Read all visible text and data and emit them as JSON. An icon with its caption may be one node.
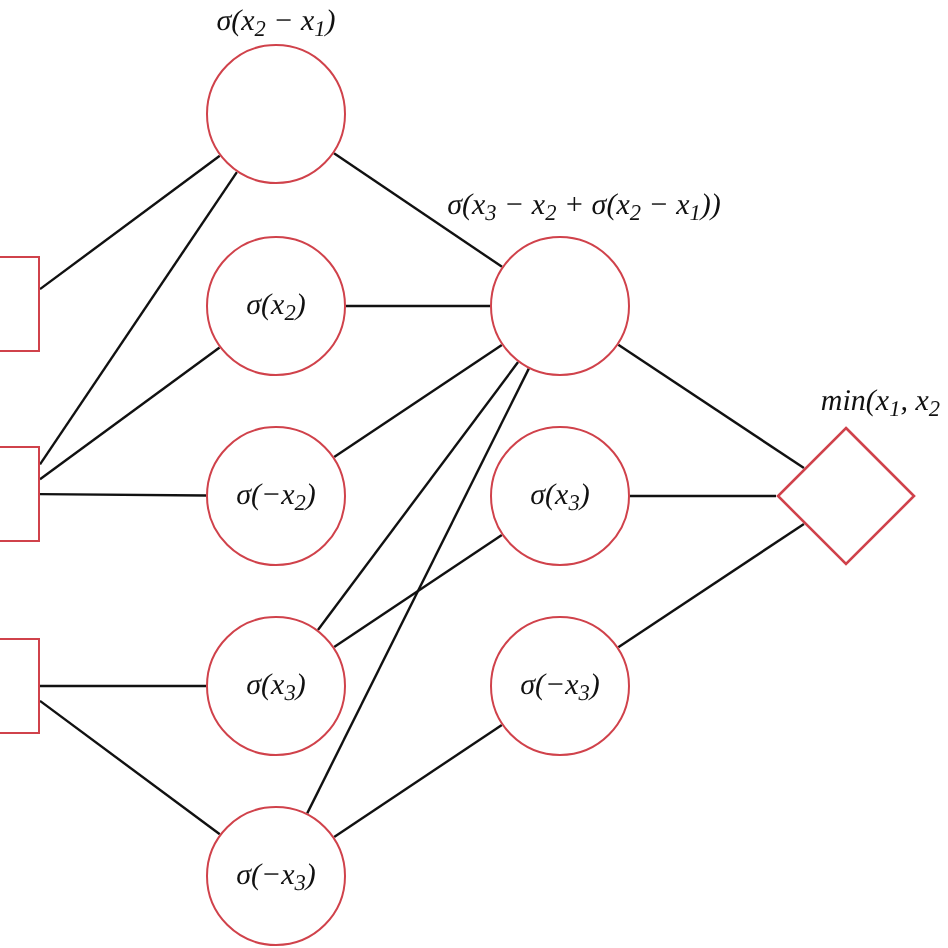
{
  "diagram": {
    "nodes": [
      {
        "text": [],
        "shape": "box"
      },
      {
        "text": [],
        "shape": "box"
      },
      {
        "text": [],
        "shape": "box"
      },
      {
        "text": [],
        "shape": "circle",
        "beside": [
          "σ(x$_{2}$ − x$_{1}$)"
        ]
      },
      {
        "text": [
          "σ(x$_{2}$)"
        ]
      },
      {
        "text": [
          "σ(−x$_{2}$)"
        ]
      },
      {
        "text": [
          "σ(x$_{3}$)"
        ]
      },
      {
        "text": [
          "σ(−x$_{3}$)"
        ]
      },
      {
        "text": [],
        "shape": "circle",
        "beside": [
          "σ(x$_{3}$ − x$_{2}$ + σ(x$_{2}$ − x$_{1}$))"
        ]
      },
      {
        "text": [
          "σ(x$_{3}$)"
        ]
      },
      {
        "text": [
          "σ(−x$_{3}$)"
        ]
      },
      {
        "text": [],
        "shape": "diamond",
        "beside": [
          "min(x$_{1}$, x$_{2}$"
        ]
      }
    ],
    "edges": [
      {
        "from": 0,
        "to": 3,
        "arrow": "none"
      },
      {
        "from": 1,
        "to": 3,
        "arrow": "none"
      },
      {
        "from": 1,
        "to": 4,
        "arrow": "none"
      },
      {
        "from": 1,
        "to": 5,
        "arrow": "none"
      },
      {
        "from": 2,
        "to": 6,
        "arrow": "none"
      },
      {
        "from": 2,
        "to": 7,
        "arrow": "none"
      },
      {
        "from": 3,
        "to": 8,
        "arrow": "none"
      },
      {
        "from": 4,
        "to": 8,
        "arrow": "none"
      },
      {
        "from": 5,
        "to": 8,
        "arrow": "none"
      },
      {
        "from": 6,
        "to": 8,
        "arrow": "none"
      },
      {
        "from": 7,
        "to": 8,
        "arrow": "none"
      },
      {
        "from": 6,
        "to": 9,
        "arrow": "none"
      },
      {
        "from": 7,
        "to": 10,
        "arrow": "none"
      },
      {
        "from": 8,
        "to": 11,
        "arrow": "none"
      },
      {
        "from": 9,
        "to": 11,
        "arrow": "none"
      },
      {
        "from": 10,
        "to": 11,
        "arrow": "none"
      }
    ]
  }
}
